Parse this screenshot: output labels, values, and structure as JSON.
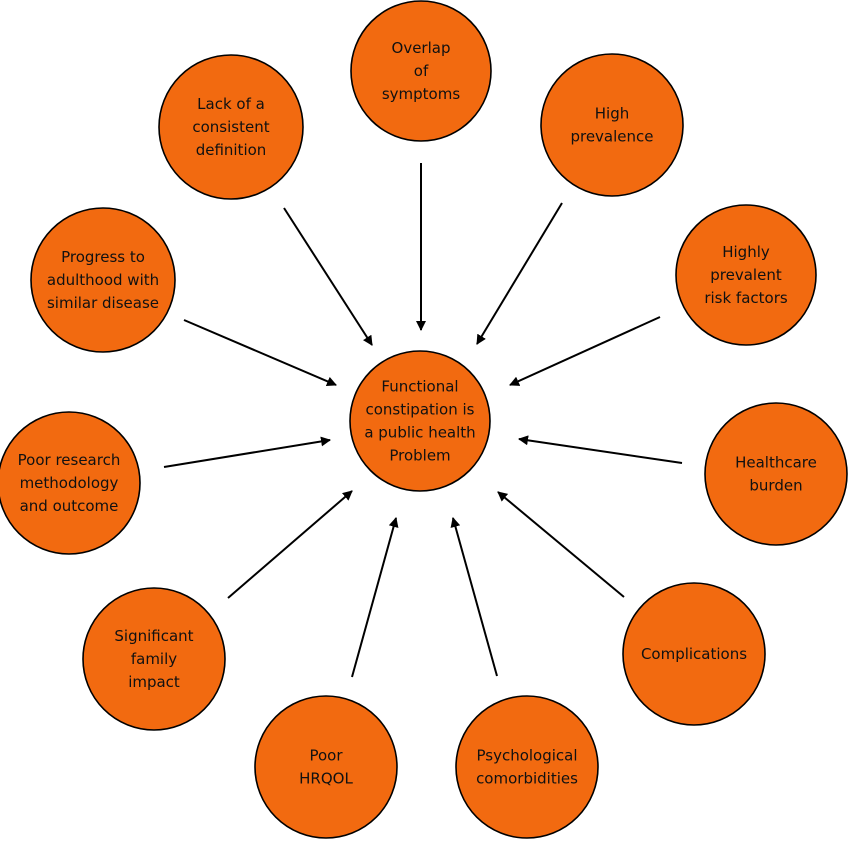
{
  "colors": {
    "node_fill": "#f26a10",
    "node_stroke": "#000000",
    "arrow": "#000000"
  },
  "center": {
    "lines": [
      "Functional",
      "constipation is",
      "a public health",
      "Problem"
    ]
  },
  "factors": [
    {
      "id": "overlap-of-symptoms",
      "lines": [
        "Overlap",
        "of",
        "symptoms"
      ]
    },
    {
      "id": "high-prevalence",
      "lines": [
        "High",
        "prevalence"
      ]
    },
    {
      "id": "highly-prevalent-risk-factors",
      "lines": [
        "Highly",
        "prevalent",
        "risk factors"
      ]
    },
    {
      "id": "healthcare-burden",
      "lines": [
        "Healthcare",
        "burden"
      ]
    },
    {
      "id": "complications",
      "lines": [
        "Complications"
      ]
    },
    {
      "id": "psychological-comorbidities",
      "lines": [
        "Psychological",
        "comorbidities"
      ]
    },
    {
      "id": "poor-hrqol",
      "lines": [
        "Poor",
        "HRQOL"
      ]
    },
    {
      "id": "significant-family-impact",
      "lines": [
        "Significant",
        "family",
        "impact"
      ]
    },
    {
      "id": "poor-research-methodology",
      "lines": [
        "Poor research",
        "methodology",
        "and outcome"
      ]
    },
    {
      "id": "progress-to-adulthood",
      "lines": [
        "Progress to",
        "adulthood with",
        "similar disease"
      ]
    },
    {
      "id": "lack-of-consistent-definition",
      "lines": [
        "Lack of a",
        "consistent",
        "definition"
      ]
    }
  ]
}
